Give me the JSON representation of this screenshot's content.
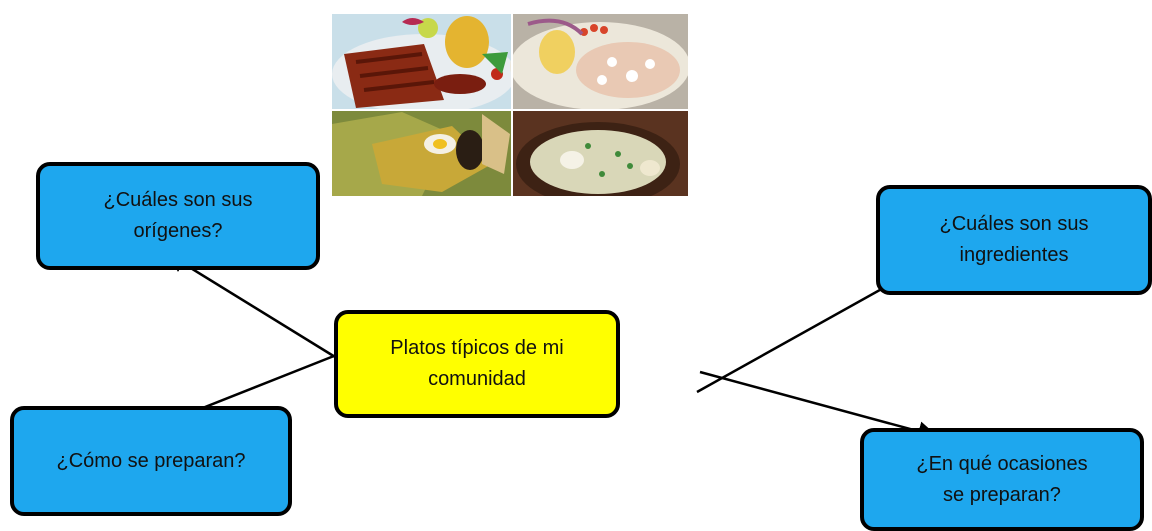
{
  "diagram": {
    "center": {
      "lines": [
        "Platos típicos de mi",
        "comunidad"
      ]
    },
    "nodes": {
      "origins": {
        "lines": [
          "¿Cuáles son sus",
          "orígenes?"
        ]
      },
      "preparation": {
        "lines": [
          "¿Cómo se preparan?"
        ]
      },
      "ingredients": {
        "lines": [
          "¿Cuáles son sus",
          "ingredientes"
        ]
      },
      "occasions": {
        "lines": [
          "¿En qué ocasiones",
          "se preparan?"
        ]
      }
    }
  },
  "image": {
    "description_icon": "food-collage-icon"
  },
  "colors": {
    "node_fill": "#1ea7ee",
    "center_fill": "#ffff00",
    "border": "#000000",
    "connector": "#000000"
  }
}
